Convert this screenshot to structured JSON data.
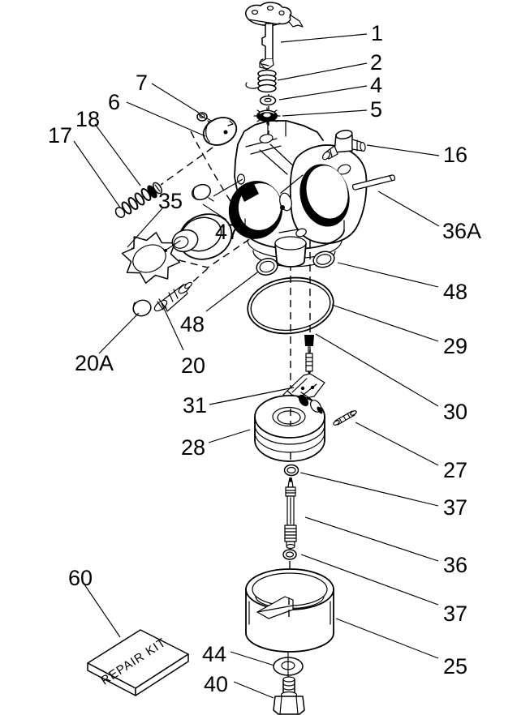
{
  "diagram": {
    "type": "exploded-parts-diagram",
    "subject": "Carburetor exploded parts view",
    "background_color": "#ffffff",
    "line_color": "#000000",
    "repair_kit_label": "REPAIR KIT",
    "callouts": [
      {
        "label": "1"
      },
      {
        "label": "2"
      },
      {
        "label": "4"
      },
      {
        "label": "5"
      },
      {
        "label": "7"
      },
      {
        "label": "6"
      },
      {
        "label": "18"
      },
      {
        "label": "17"
      },
      {
        "label": "16"
      },
      {
        "label": "36A"
      },
      {
        "label": "35"
      },
      {
        "label": "47"
      },
      {
        "label": "48"
      },
      {
        "label": "20A"
      },
      {
        "label": "20"
      },
      {
        "label": "48"
      },
      {
        "label": "29"
      },
      {
        "label": "30"
      },
      {
        "label": "31"
      },
      {
        "label": "28"
      },
      {
        "label": "27"
      },
      {
        "label": "37"
      },
      {
        "label": "36"
      },
      {
        "label": "37"
      },
      {
        "label": "25"
      },
      {
        "label": "60"
      },
      {
        "label": "44"
      },
      {
        "label": "40"
      }
    ]
  }
}
